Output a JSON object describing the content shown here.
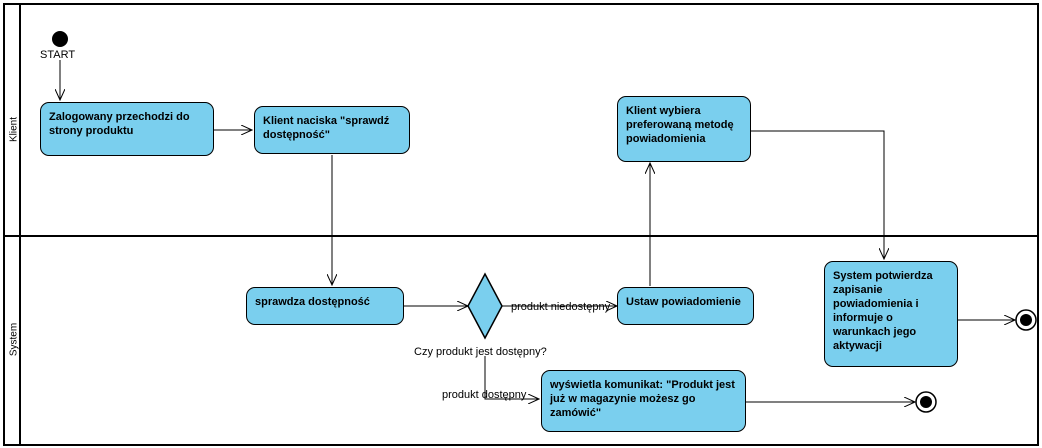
{
  "lanes": {
    "top": "Klient",
    "bottom": "System"
  },
  "start_label": "START",
  "actions": {
    "a1": "Zalogowany przechodzi do strony produktu",
    "a2": "Klient naciska \"sprawdź dostępność\"",
    "a3": "Klient wybiera preferowaną metodę powiadomienia",
    "a4": "sprawdza dostępność",
    "a5": "Ustaw powiadomienie",
    "a6": "System potwierdza zapisanie powiadomienia i informuje o warunkach jego aktywacji",
    "a7": "wyświetla komunikat: \"Produkt jest już w magazynie możesz go zamówić\""
  },
  "decision_label": "Czy produkt jest dostępny?",
  "guards": {
    "unavailable": "produkt niedostępny",
    "available": "produkt dostępny"
  },
  "colors": {
    "action_fill": "#7acfee",
    "stroke": "#000000"
  }
}
